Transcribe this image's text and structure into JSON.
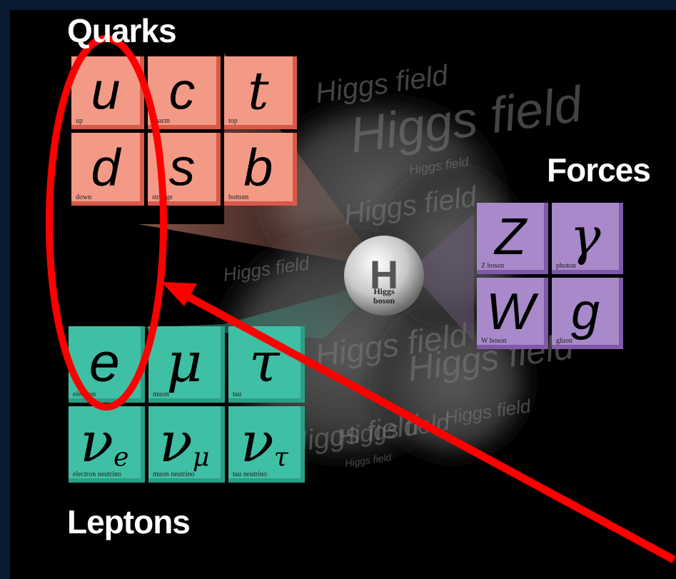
{
  "headings": {
    "quarks": "Quarks",
    "forces": "Forces",
    "leptons": "Leptons"
  },
  "quarks": [
    {
      "symbol": "u",
      "name": "up"
    },
    {
      "symbol": "c",
      "name": "charm"
    },
    {
      "symbol": "t",
      "name": "top"
    },
    {
      "symbol": "d",
      "name": "down"
    },
    {
      "symbol": "s",
      "name": "strange"
    },
    {
      "symbol": "b",
      "name": "bottom"
    }
  ],
  "leptons": [
    {
      "symbol": "e",
      "name": "electron"
    },
    {
      "symbol": "μ",
      "name": "muon"
    },
    {
      "symbol": "τ",
      "name": "tau"
    },
    {
      "symbol": "ν",
      "sub": "e",
      "name": "electron neutrino"
    },
    {
      "symbol": "ν",
      "sub": "μ",
      "name": "muon neutrino"
    },
    {
      "symbol": "ν",
      "sub": "τ",
      "name": "tau neutrino"
    }
  ],
  "forces": [
    {
      "symbol": "Z",
      "name": "Z boson"
    },
    {
      "symbol": "γ",
      "name": "photon"
    },
    {
      "symbol": "W",
      "name": "W boson"
    },
    {
      "symbol": "g",
      "name": "gluon"
    }
  ],
  "higgs": {
    "symbol": "H",
    "line1": "Higgs",
    "line2": "boson"
  },
  "field_label": "Higgs field",
  "colors": {
    "quark_fill": "#f39a86",
    "quark_dark": "#d9594a",
    "lepton_fill": "#3fbfa4",
    "lepton_dark": "#2a9e87",
    "force_fill": "#a889c9",
    "force_dark": "#7f5aa8",
    "annotation": "#ff0000",
    "frame": "#0b1a33",
    "background": "#000000"
  }
}
